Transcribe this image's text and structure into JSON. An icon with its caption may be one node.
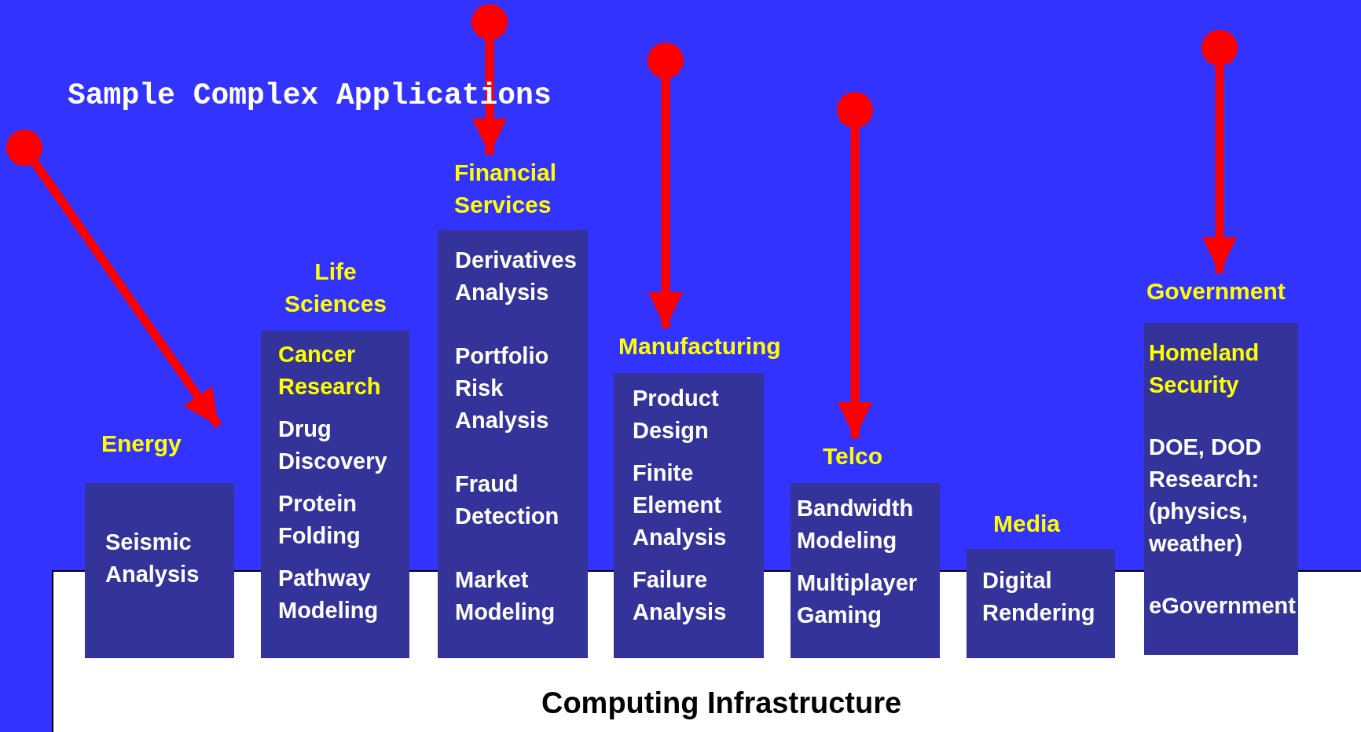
{
  "diagram": {
    "title": "Sample Complex Applications",
    "nodes": [
      {
        "text": [
          "Computing Infrastructure"
        ]
      },
      {
        "text": [
          "Energy",
          "Seismic Analysis"
        ]
      },
      {
        "text": [
          "Life Sciences",
          "Cancer Research",
          "Drug Discovery",
          "Protein Folding",
          "Pathway Modeling"
        ]
      },
      {
        "text": [
          "Financial Services",
          "Derivatives Analysis",
          "Portfolio Risk Analysis",
          "Fraud Detection",
          "Market Modeling"
        ]
      },
      {
        "text": [
          "Manufacturing",
          "Product Design",
          "Finite Element Analysis",
          "Failure Analysis"
        ]
      },
      {
        "text": [
          "Telco",
          "Bandwidth Modeling",
          "Multiplayer Gaming"
        ]
      },
      {
        "text": [
          "Media",
          "Digital Rendering"
        ]
      },
      {
        "text": [
          "Government",
          "Homeland Security",
          "DOE, DOD Research: (physics, weather)",
          "eGovernment"
        ]
      }
    ],
    "edges": [
      {
        "from": null,
        "to": 1,
        "arrow": "to"
      },
      {
        "from": null,
        "to": 3,
        "arrow": "to"
      },
      {
        "from": null,
        "to": 4,
        "arrow": "to"
      },
      {
        "from": null,
        "to": 5,
        "arrow": "to"
      },
      {
        "from": null,
        "to": 7,
        "arrow": "to"
      }
    ]
  }
}
